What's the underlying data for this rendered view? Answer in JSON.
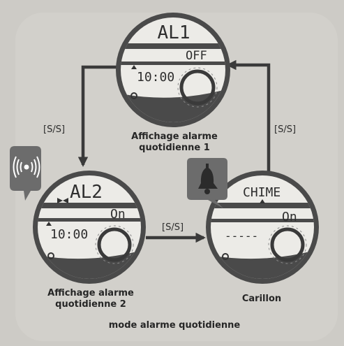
{
  "watches": [
    {
      "id": "al1",
      "top": "AL1",
      "status": "OFF",
      "time": "10:00",
      "caption_line1": "Affichage alarme",
      "caption_line2": "quotidienne 1"
    },
    {
      "id": "al2",
      "top": "AL2",
      "status": "On",
      "time": "10:00",
      "caption_line1": "Affichage alarme",
      "caption_line2": "quotidienne 2"
    },
    {
      "id": "chime",
      "top": "CHIME",
      "status": "On",
      "time": "-----",
      "caption_line1": "Carillon",
      "caption_line2": ""
    }
  ],
  "button_label": "[S/S]",
  "footer": "mode alarme quotidienne",
  "icons": {
    "alarm_sound": "alarm-sound-icon",
    "bell": "bell-icon"
  },
  "colors": {
    "background": "#e6e4e0",
    "panel": "#d2d0cb",
    "ink": "#262626"
  }
}
